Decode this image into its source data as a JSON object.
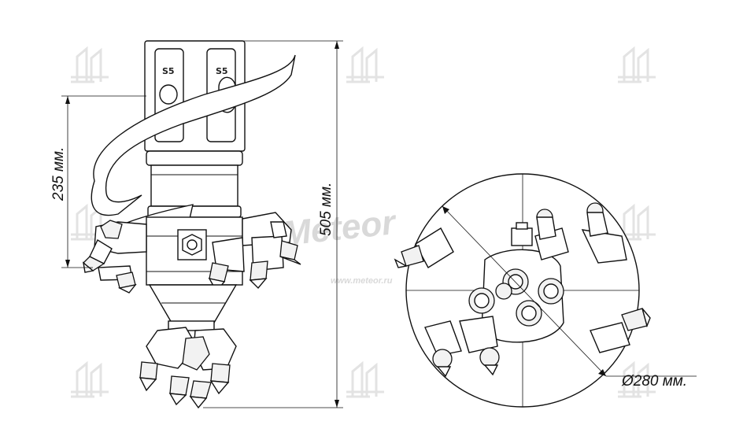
{
  "dimensions": {
    "flight_height": "235 мм.",
    "total_height": "505 мм.",
    "diameter": "Ø280 мм."
  },
  "tags": {
    "left_tag": "S5",
    "right_tag": "S5"
  },
  "watermark": {
    "brand": "Meteor",
    "site": "www.meteor.ru"
  },
  "colors": {
    "line": "#111111",
    "fill": "#ffffff",
    "watermark": "#d9d9d9"
  }
}
